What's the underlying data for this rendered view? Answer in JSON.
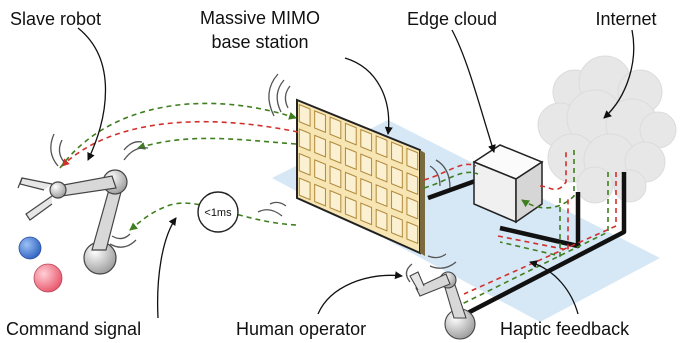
{
  "labels": {
    "slave_robot": "Slave robot",
    "base_station_line1": "Massive MIMO",
    "base_station_line2": "base station",
    "edge_cloud": "Edge cloud",
    "internet": "Internet",
    "latency": "<1ms",
    "command_signal": "Command signal",
    "human_operator": "Human operator",
    "haptic_feedback": "Haptic feedback"
  },
  "colors": {
    "platform": "#d6e7f5",
    "panel_fill": "#f7e6b4",
    "panel_cell": "#fbf1d2",
    "panel_cell_border": "#b08a3c",
    "cube_front": "#f2f2f2",
    "cube_top": "#fbfbfb",
    "cube_side": "#d9d9d9",
    "cloud": "#e8e8e8",
    "red_signal": "#d0312d",
    "green_signal": "#3f7f1f",
    "blue_ball": "#3d78d8",
    "pink_ball": "#f06b7c",
    "robot_gray": "#cfcfcf"
  },
  "icons": {
    "base_station": "antenna-array-icon",
    "edge_cloud": "server-cube-icon",
    "internet": "cloud-icon",
    "slave_robot": "robot-arm-icon",
    "human_operator": "haptic-arm-icon",
    "objects": "ball-icon"
  }
}
